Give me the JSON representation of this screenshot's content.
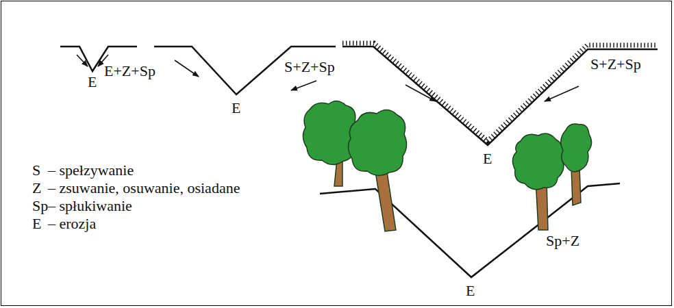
{
  "diagram": {
    "labels": [
      "E",
      "E+Z+Sp",
      "S+Z+Sp",
      "S+Z+Sp",
      "E",
      "E",
      "Sp+Z",
      "E",
      "S",
      "– spełzywanie",
      "Z",
      "– zsuwanie, osuwanie, osiadane",
      "Sp",
      "– spłukiwanie",
      "E",
      "– erozja"
    ]
  }
}
